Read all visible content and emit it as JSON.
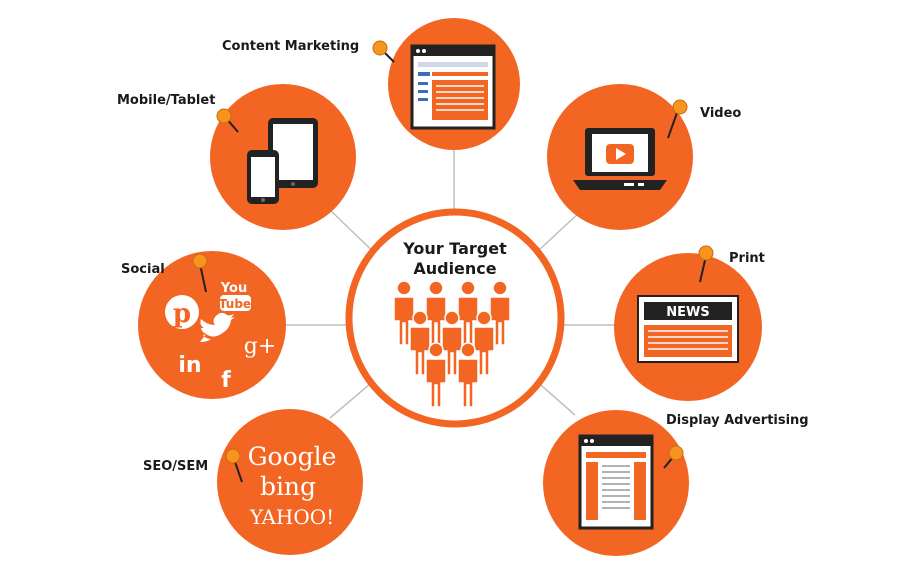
{
  "center": {
    "title_line1": "Your Target",
    "title_line2": "Audience"
  },
  "channels": {
    "content_marketing": "Content Marketing",
    "mobile_tablet": "Mobile/Tablet",
    "video": "Video",
    "social": "Social",
    "print": "Print",
    "seo_sem": "SEO/SEM",
    "display_advertising": "Display Advertising"
  },
  "icons": {
    "print_badge": "NEWS",
    "youtube_top": "You",
    "youtube_bottom": "Tube",
    "linkedin": "in",
    "facebook": "f",
    "gplus": "g+",
    "google": "Google",
    "bing": "bing",
    "yahoo": "YAHOO!"
  },
  "colors": {
    "accent": "#f26522",
    "pin": "#f7941d",
    "line": "#bfbfbf",
    "dark": "#222222"
  }
}
